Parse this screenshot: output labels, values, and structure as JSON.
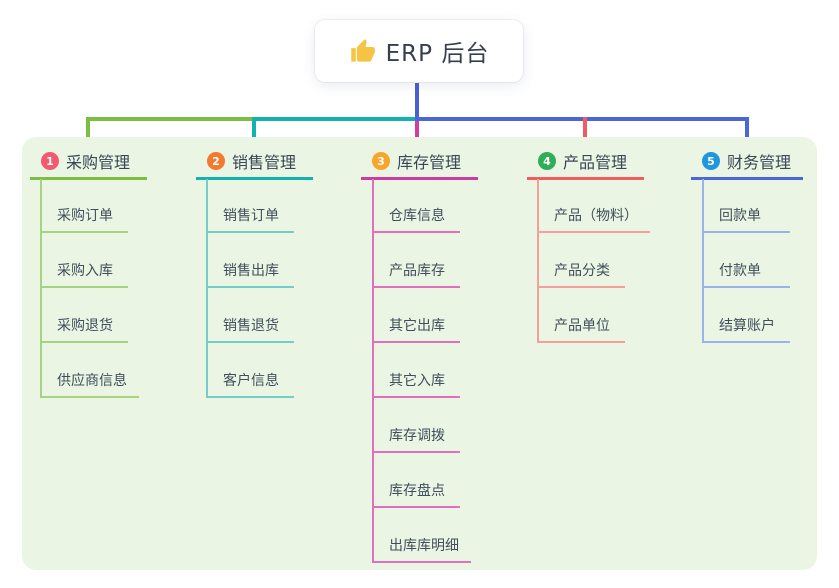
{
  "root": {
    "title": "ERP 后台",
    "icon": "thumbs-up-icon",
    "icon_color": "#F6C445",
    "line_color": "#4A5ED6"
  },
  "panel": {
    "background": "#EAF6E3"
  },
  "branches": [
    {
      "index": "1",
      "label": "采购管理",
      "badge_color": "#F25B6E",
      "line_color": "#7CBE42",
      "child_line_color": "#A6D37F",
      "items": [
        "采购订单",
        "采购入库",
        "采购退货",
        "供应商信息"
      ]
    },
    {
      "index": "2",
      "label": "销售管理",
      "badge_color": "#F37B2F",
      "line_color": "#12B2B0",
      "child_line_color": "#74CDC8",
      "items": [
        "销售订单",
        "销售出库",
        "销售退货",
        "客户信息"
      ]
    },
    {
      "index": "3",
      "label": "库存管理",
      "badge_color": "#F7A52B",
      "line_color": "#CC3BA2",
      "child_line_color": "#E16FC0",
      "items": [
        "仓库信息",
        "产品库存",
        "其它出库",
        "其它入库",
        "库存调拨",
        "库存盘点",
        "出库库明细"
      ]
    },
    {
      "index": "4",
      "label": "产品管理",
      "badge_color": "#2FAD57",
      "line_color": "#F25C5C",
      "child_line_color": "#F59E9E",
      "items": [
        "产品（物料）",
        "产品分类",
        "产品单位"
      ]
    },
    {
      "index": "5",
      "label": "财务管理",
      "badge_color": "#1F97DF",
      "line_color": "#4A66D8",
      "child_line_color": "#9DB1EA",
      "items": [
        "回款单",
        "付款单",
        "结算账户"
      ]
    }
  ]
}
